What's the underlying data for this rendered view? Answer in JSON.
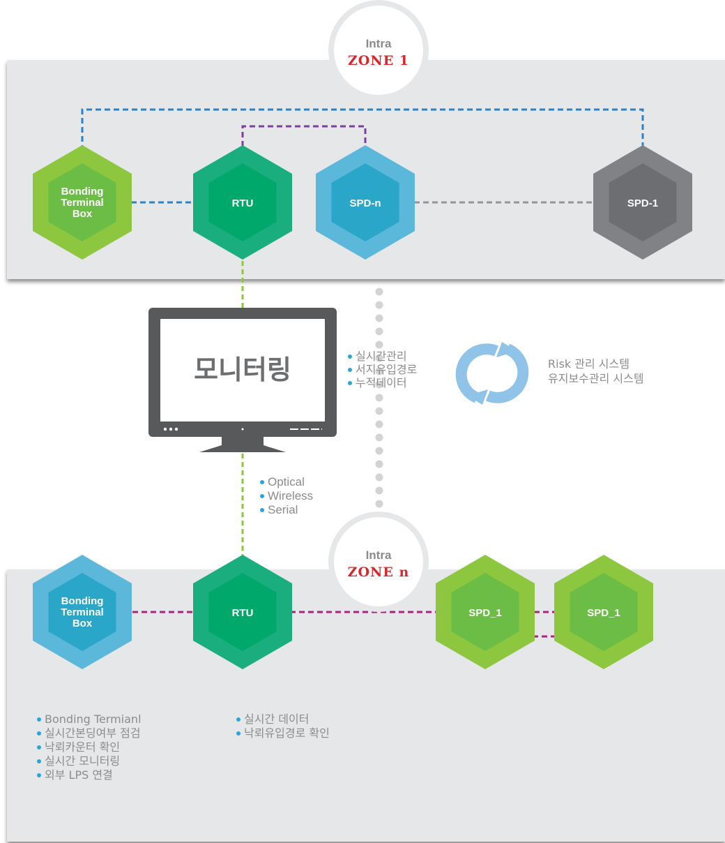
{
  "zone1": {
    "word": "Intra",
    "title": "ZONE 1"
  },
  "zoneN": {
    "word": "Intra",
    "title": "ZONE n"
  },
  "nodes": {
    "z1_btb": [
      "Bonding",
      "Terminal",
      "Box"
    ],
    "z1_rtu": "RTU",
    "z1_spdn": "SPD-n",
    "z1_spd1": "SPD-1",
    "zn_btb": [
      "Bonding",
      "Terminal",
      "Box"
    ],
    "zn_rtu": "RTU",
    "zn_spd_a": "SPD_1",
    "zn_spd_b": "SPD_1"
  },
  "monitor": {
    "label": "모니터링"
  },
  "monitor_features": [
    "실시간관리",
    "서지유입경로",
    "누적데이터"
  ],
  "connection_types": [
    "Optical",
    "Wireless",
    "Serial"
  ],
  "systems": [
    "Risk 관리 시스템",
    "유지보수관리 시스템"
  ],
  "btb_features": [
    "Bonding Termianl",
    "실시간본딩여부 점검",
    "낙뢰카운터 확인",
    "실시간 모니터링",
    "외부 LPS 연결"
  ],
  "rtu_features": [
    "실시간 데이터",
    "낙뢰유입경로 확인"
  ],
  "colors": {
    "zone_bg": "#e6e7e8",
    "green_light": "#8dc63f",
    "green_inner": "#6cbd45",
    "teal": "#1aae7f",
    "teal_inner": "#00a86b",
    "blue": "#5bb8db",
    "blue_inner": "#2aa6c9",
    "gray": "#808285",
    "gray_inner": "#6d6e71",
    "line_blue": "#2a83c6",
    "line_purple": "#7a3fa0",
    "line_magenta": "#b0207f",
    "line_gray": "#939598",
    "line_green": "#8dc63f",
    "zone_title_red": "#d9262b"
  }
}
